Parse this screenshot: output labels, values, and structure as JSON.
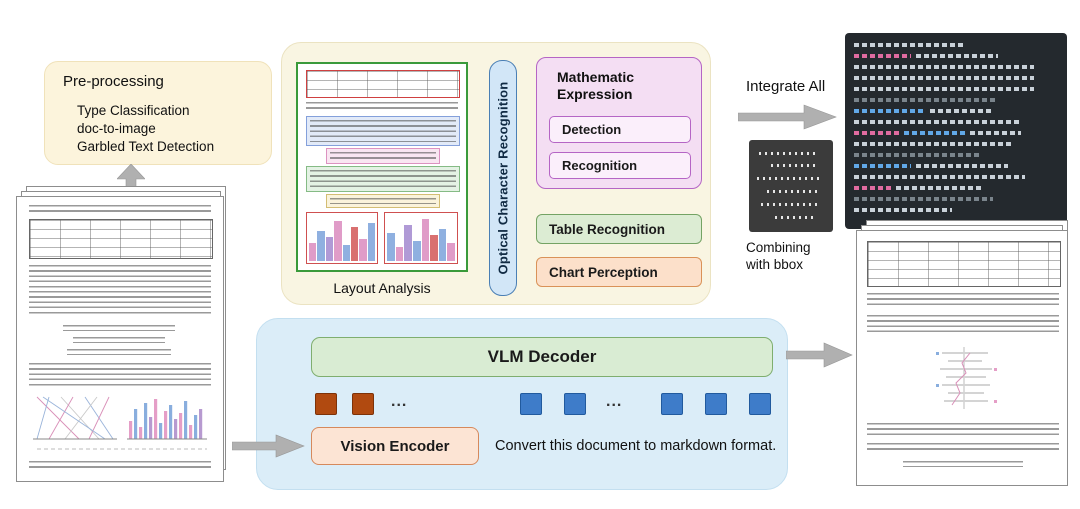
{
  "preprocessing": {
    "title": "Pre-processing",
    "items": [
      "Type Classification",
      "doc-to-image",
      "Garbled Text Detection"
    ]
  },
  "pipeline": {
    "layout_analysis": "Layout Analysis",
    "ocr": "Optical Character Recognition",
    "math_title": "Mathematic Expression",
    "detection": "Detection",
    "recognition": "Recognition",
    "table_recognition": "Table Recognition",
    "chart_perception": "Chart Perception"
  },
  "integration": {
    "integrate_all": "Integrate All",
    "combining_with_bbox": "Combining with bbox"
  },
  "vlm_block": {
    "decoder": "VLM Decoder",
    "encoder": "Vision Encoder",
    "prompt": "Convert this document to markdown format.",
    "ellipsis": "..."
  },
  "colors": {
    "cream_container": "#f9f5e2",
    "blue_container": "#dbedf8",
    "ocr_fill": "#d2e6f7",
    "math_fill": "#f4def3",
    "table_fill": "#dcecd3",
    "chart_fill": "#fce0ca",
    "decoder_fill": "#d9ecd3",
    "encoder_fill": "#fce4d4",
    "token_brown": "#b14a10",
    "token_blue": "#3e7cc9",
    "arrow_gray": "#b0b0b0"
  }
}
